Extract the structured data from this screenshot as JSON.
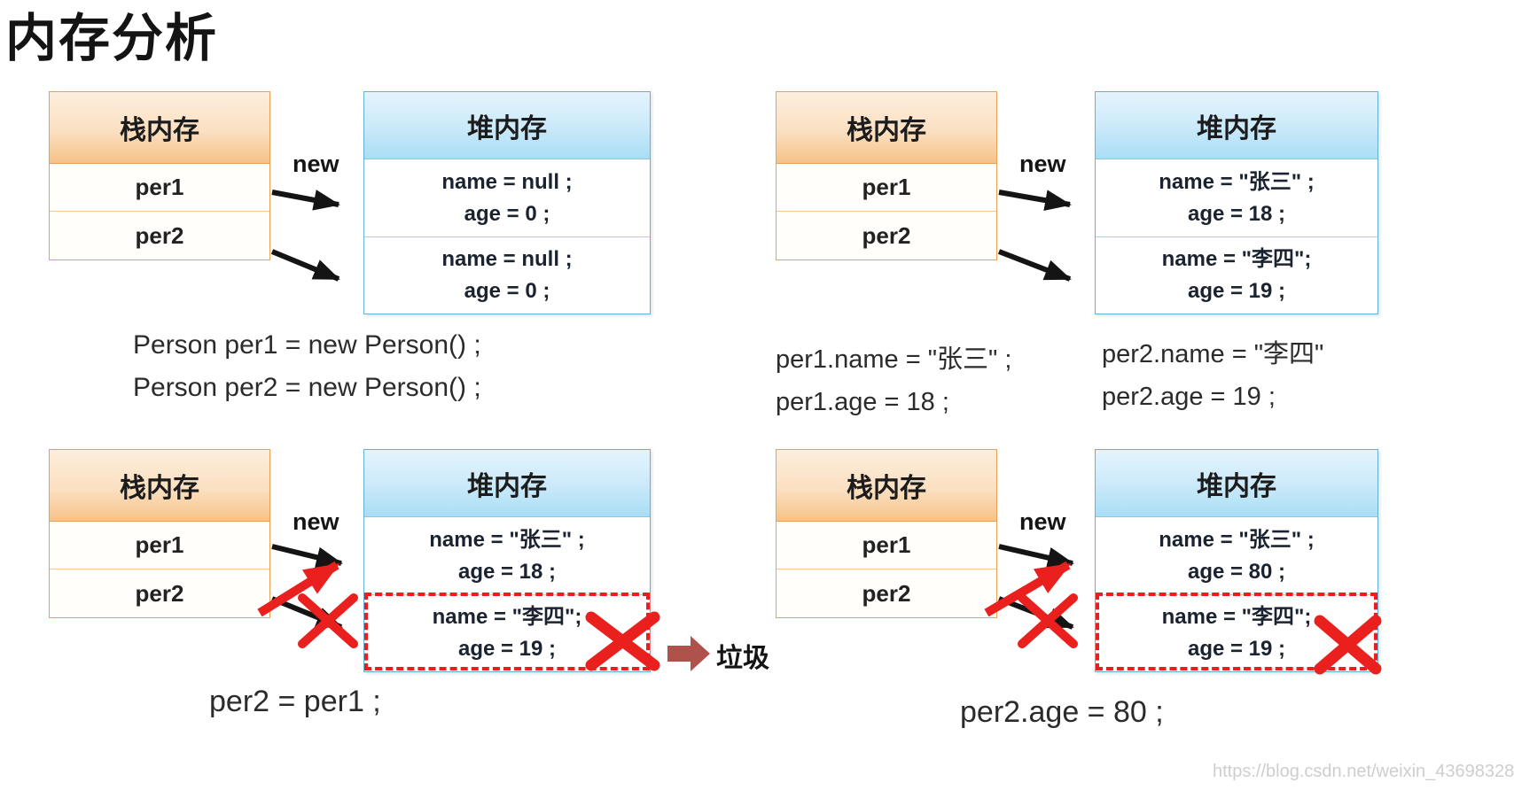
{
  "title": "内存分析",
  "labels": {
    "stack_header": "栈内存",
    "heap_header": "堆内存",
    "new_label": "new",
    "per1": "per1",
    "per2": "per2",
    "garbage": "垃圾"
  },
  "panels": {
    "top_left": {
      "heap_obj1_line1": "name = null ;",
      "heap_obj1_line2": "age = 0 ;",
      "heap_obj2_line1": "name = null ;",
      "heap_obj2_line2": "age = 0 ;",
      "code_line1": "Person per1 = new Person() ;",
      "code_line2": "Person per2 = new Person() ;"
    },
    "top_right": {
      "heap_obj1_line1": "name = \"张三\" ;",
      "heap_obj1_line2": "age = 18 ;",
      "heap_obj2_line1": "name = \"李四\";",
      "heap_obj2_line2": "age = 19 ;",
      "code_col1_line1": "per1.name = \"张三\" ;",
      "code_col1_line2": "per1.age = 18 ;",
      "code_col2_line1": "per2.name = \"李四\"",
      "code_col2_line2": "per2.age = 19 ;"
    },
    "bottom_left": {
      "heap_obj1_line1": "name = \"张三\" ;",
      "heap_obj1_line2": "age = 18 ;",
      "heap_obj2_line1": "name = \"李四\";",
      "heap_obj2_line2": "age = 19 ;",
      "code": "per2 = per1 ;"
    },
    "bottom_right": {
      "heap_obj1_line1": "name = \"张三\" ;",
      "heap_obj1_line2": "age = 80 ;",
      "heap_obj2_line1": "name = \"李四\";",
      "heap_obj2_line2": "age = 19 ;",
      "code": "per2.age = 80 ;"
    }
  },
  "watermark": "https://blog.csdn.net/weixin_43698328",
  "colors": {
    "stack_header_gradient_bottom": "#f6c288",
    "stack_border": "#e8a158",
    "heap_header_gradient_bottom": "#a9def5",
    "heap_border": "#66b0d4",
    "arrow_black": "#141414",
    "arrow_red": "#e9201d",
    "garbage_block_arrow": "#b0524c"
  }
}
